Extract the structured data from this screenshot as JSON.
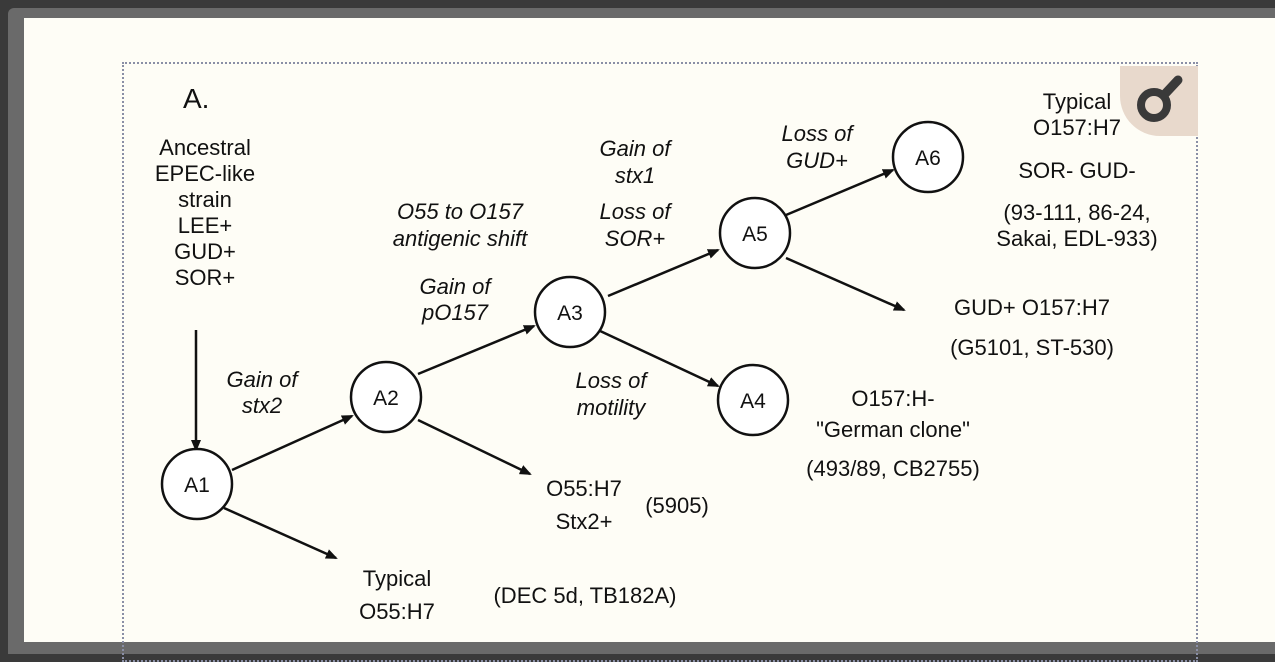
{
  "figure": {
    "panel_label": "A.",
    "ancestral_lines": [
      "Ancestral",
      "EPEC-like",
      "strain",
      "LEE+",
      "GUD+",
      "SOR+"
    ],
    "nodes": {
      "a1": "A1",
      "a2": "A2",
      "a3": "A3",
      "a4": "A4",
      "a5": "A5",
      "a6": "A6"
    },
    "events": {
      "a1_a2": [
        "Gain of",
        "stx2"
      ],
      "a2_a3_top": [
        "O55 to O157",
        "antigenic shift"
      ],
      "a2_a3": [
        "Gain of",
        "pO157"
      ],
      "a3_a5": [
        "Gain of",
        "stx1",
        "Loss of",
        "SOR+"
      ],
      "a3_a4": [
        "Loss of",
        "motility"
      ],
      "a5_a6": [
        "Loss of",
        "GUD+"
      ]
    },
    "outcomes": {
      "typical_o157": [
        "Typical",
        "O157:H7",
        "SOR- GUD-",
        "(93-111, 86-24,",
        "Sakai, EDL-933)"
      ],
      "gud_o157": [
        "GUD+ O157:H7",
        "(G5101, ST-530)"
      ],
      "german": [
        "O157:H-",
        "\"German clone\"",
        "(493/89, CB2755)"
      ],
      "o55_stx2": [
        "O55:H7",
        "Stx2+"
      ],
      "o55_stx2_strain": "(5905)",
      "typical_o55": [
        "Typical",
        "O55:H7"
      ],
      "typical_o55_strain": "(DEC 5d, TB182A)"
    }
  },
  "toolbar": {
    "zoom_icon": "magnifier-icon"
  },
  "colors": {
    "background": "#3a3a3a",
    "panel": "#fefdf6",
    "border": "#8a8fa6",
    "zoom_bg": "#e8d9cc"
  }
}
